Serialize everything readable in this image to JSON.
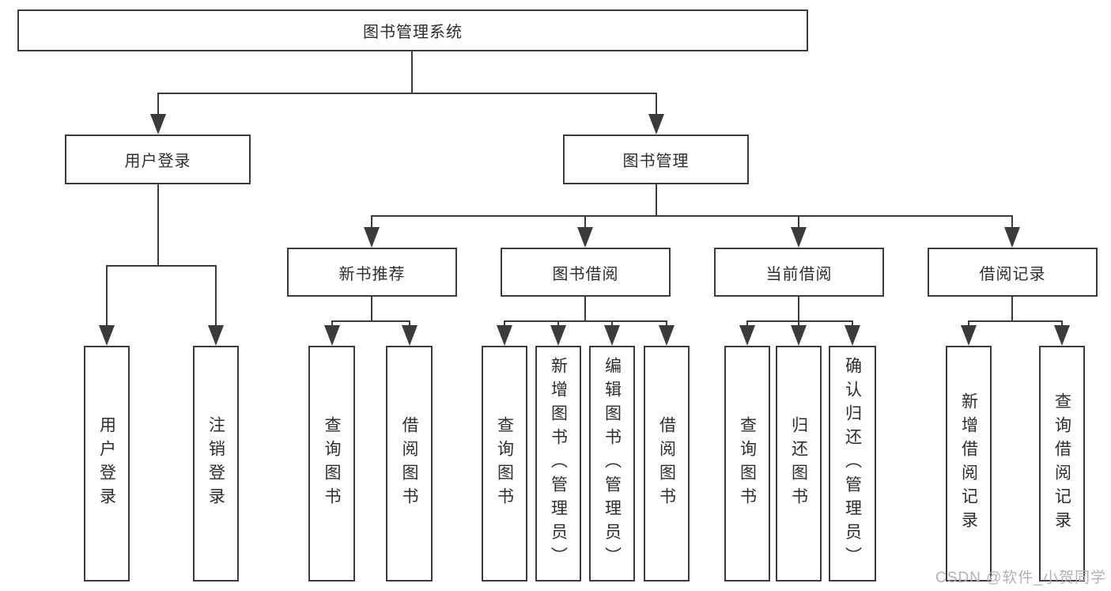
{
  "diagram": {
    "title": "图书管理系统",
    "nodes": {
      "root": "图书管理系统",
      "user_login": "用户登录",
      "book_mgmt": "图书管理",
      "new_book_rec": "新书推荐",
      "book_borrow": "图书借阅",
      "current_borrow": "当前借阅",
      "borrow_record": "借阅记录",
      "leaf_user_login": "用户登录",
      "leaf_logout": "注销登录",
      "leaf_query_book_1": "查询图书",
      "leaf_borrow_book_1": "借阅图书",
      "leaf_query_book_2": "查询图书",
      "leaf_add_book": "新增图书（管理员）",
      "leaf_edit_book": "编辑图书（管理员）",
      "leaf_borrow_book_2": "借阅图书",
      "leaf_query_book_3": "查询图书",
      "leaf_return_book": "归还图书",
      "leaf_confirm_return": "确认归还（管理员）",
      "leaf_add_borrow_record": "新增借阅记录",
      "leaf_query_borrow_record": "查询借阅记录"
    }
  },
  "watermark": {
    "text": "CSDN @软件_小贺同学"
  },
  "colors": {
    "line": "#3b3b3b",
    "box_border": "#3b3b3b",
    "text": "#2d2d2d",
    "watermark": "#b5b0b0",
    "background": "#ffffff"
  }
}
